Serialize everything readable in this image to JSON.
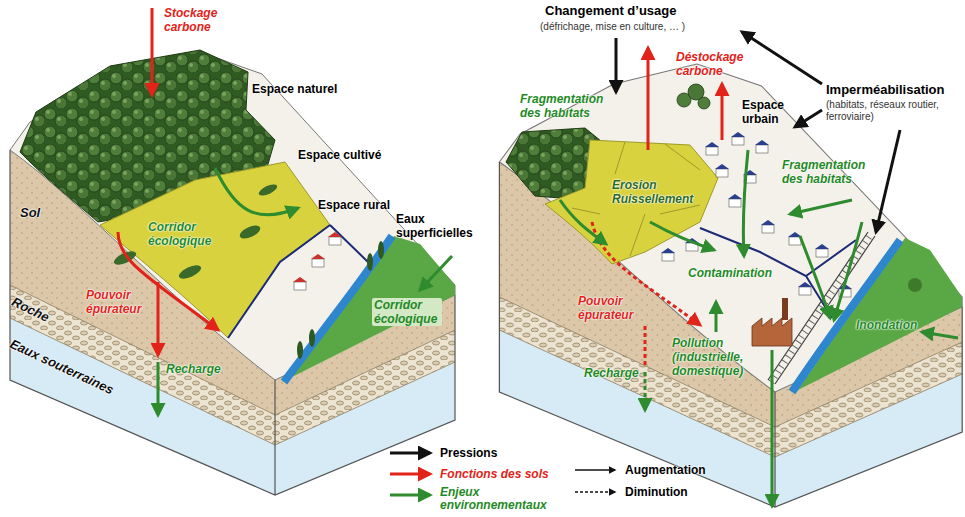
{
  "diagram": {
    "labels": [
      "Stockage carbone",
      "Espace naturel",
      "Espace cultivé",
      "Espace rural",
      "Corridor écologique",
      "Eaux superficielles",
      "Sol",
      "Roche",
      "Eaux souterraines",
      "Pouvoir épurateur",
      "Recharge",
      "Corridor écologique",
      "Changement d’usage",
      "(défrichage, mise en culture, … )",
      "Imperméabilisation",
      "(habitats, réseaux routier, ferroviaire)",
      "Déstockage carbone",
      "Fragmentation des habitats",
      "Espace urbain",
      "Fragmentation des habitats",
      "Erosion Ruissellement",
      "Contamination",
      "Pouvoir épurateur",
      "Recharge",
      "Pollution (industrielle, domestique)",
      "Inondation"
    ],
    "legend": [
      {
        "text": "Pressions"
      },
      {
        "text": "Fonctions des sols"
      },
      {
        "text": "Enjeux environnementaux"
      },
      {
        "text": "Augmentation"
      },
      {
        "text": "Diminution"
      }
    ]
  }
}
